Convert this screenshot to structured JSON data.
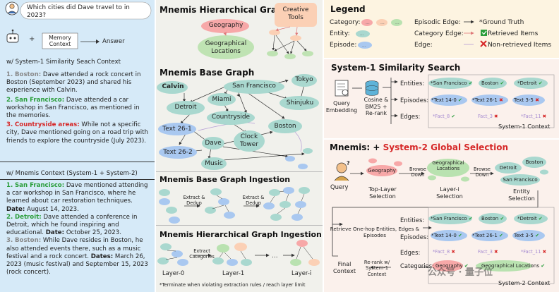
{
  "question": "Which cities did Dave travel to in 2023?",
  "memory_context_label": "Memory Context",
  "answer_label": "Answer",
  "sys1_context_header": "w/ System-1 Similarity Seach Context",
  "sys1_items": [
    {
      "num": "1.",
      "city": "Boston",
      "text": "Dave attended a rock concert in Boston (September 2023) and shared his experience with Calvin."
    },
    {
      "num": "2.",
      "city": "San Francisco",
      "text": "Dave attended a car workshop in San Francisco, as mentioned in the memories."
    },
    {
      "num": "3.",
      "city": "Countryside areas",
      "text": "While not a specific city, Dave mentioned going on a road trip with friends to explore the countryside (July 2023)."
    }
  ],
  "mnemis_context_header": "w/ Mnemis Context (System-1 + System-2)",
  "mnemis_items": [
    {
      "num": "1.",
      "city": "San Francisco",
      "text": "Dave mentioned attending a car workshop in San Francisco, where he learned about car restoration techniques.",
      "date_label": "Date",
      "date": "August 14, 2023."
    },
    {
      "num": "2.",
      "city": "Detroit",
      "text": "Dave attended a conference in Detroit, which he found inspiring and educational.",
      "date_label": "Date",
      "date": "October 25, 2023."
    },
    {
      "num": "3.",
      "city": "Boston",
      "text": "While Dave resides in Boston, he also attended events there, such as a music festival and a rock concert.",
      "date_label": "Dates",
      "date": "March 26, 2023 (music festival) and September 15, 2023 (rock concert)."
    }
  ],
  "hier_graph": {
    "title": "Mnemis Hierarchical Graph",
    "geography": "Geography",
    "geo_locations": "Geographical Locations",
    "creative_tools": "Creative Tools"
  },
  "base_graph": {
    "title": "Mnemis Base Graph",
    "nodes": {
      "calvin": "Calvin",
      "san_francisco": "San Francisco",
      "tokyo": "Tokyo",
      "detroit": "Detroit",
      "miami": "Miami",
      "shinjuku": "Shinjuku",
      "countryside": "Countryside",
      "text26_1": "Text 26-1",
      "clock_tower": "Clock Tower",
      "boston": "Boston",
      "text26_2": "Text 26-2",
      "dave": "Dave",
      "music": "Music"
    }
  },
  "base_ingestion": {
    "title": "Mnemis Base Graph Ingestion",
    "step": "Extract & Dedup",
    "ellipsis": "..."
  },
  "hier_ingestion": {
    "title": "Mnemis Hierarchical Graph Ingestion",
    "step": "Extract Categories",
    "layer0": "Layer-0",
    "layer1": "Layer-1",
    "layeri": "Layer-i",
    "footnote": "*Terminate when violating extraction rules / reach layer limit"
  },
  "legend": {
    "title": "Legend",
    "category": "Category:",
    "entity": "Entity:",
    "episode": "Episode:",
    "episodic_edge": "Episodic Edge:",
    "category_edge": "Category Edge:",
    "edge": "Edge:",
    "ground_truth": "*Ground Truth",
    "retrieved": "Retrieved Items",
    "non_retrieved": "Non-retrieved Items"
  },
  "sys1_search": {
    "title": "System-1 Similarity Search",
    "query_embedding": "Query Embedding",
    "cosine": "Cosine & BM25 + Re-rank",
    "entities_label": "Entities:",
    "episodes_label": "Episodes:",
    "edges_label": "Edges:",
    "entities": [
      "*San Francisco",
      "Boston",
      "*Detroit"
    ],
    "episodes": [
      "*Text 14-0",
      "*Text 26-1",
      "Text 3-5"
    ],
    "edges": [
      "*Fact_8",
      "Fact_3",
      "*Fact_11"
    ],
    "context_label": "System-1 Context"
  },
  "sys2": {
    "title_prefix": "Mnemis: +",
    "title_highlight": "System-2 Global Selection",
    "query": "Query",
    "geography": "Geography",
    "browse_down": "Browse Down",
    "geo_locations": "Geographical Locations",
    "detroit": "Detroit",
    "boston": "Boston",
    "san_francisco": "San Francisco",
    "top_layer": "Top-Layer Selection",
    "layer_i": "Layer-i Selection",
    "entity_sel": "Entity Selection",
    "retrieve": "Retrieve One-hop Entities, Edges & Episodes",
    "rerank": "Re-rank w/ System-1 Context",
    "final": "Final Context",
    "entities_label": "Entities:",
    "episodes_label": "Episodes:",
    "edges_label": "Edges:",
    "categories_label": "Categories:",
    "entities": [
      "*San Francisco",
      "Boston",
      "*Detroit"
    ],
    "episodes": [
      "*Text 14-0",
      "*Text 26-1",
      "Text 3-5"
    ],
    "edges": [
      "*Fact_8",
      "Fact_3",
      "*Fact_11"
    ],
    "categories": [
      "Geography",
      "Geographical Locations"
    ],
    "context_label": "System-2 Context"
  },
  "watermark": "公众号 · 量子位",
  "colors": {
    "category": "#f7a8a8",
    "entity": "#a9d8cf",
    "episode": "#a9c8f0",
    "category_peach": "#fbd0b5",
    "category_green": "#b9e2b0",
    "left_bg": "#d9ecf8",
    "mid_bg": "#f2f2ee",
    "legend_bg": "#fdf5e3",
    "sys_bg": "#fcf3ee",
    "green": "#2a9d3a",
    "red": "#d62828"
  }
}
